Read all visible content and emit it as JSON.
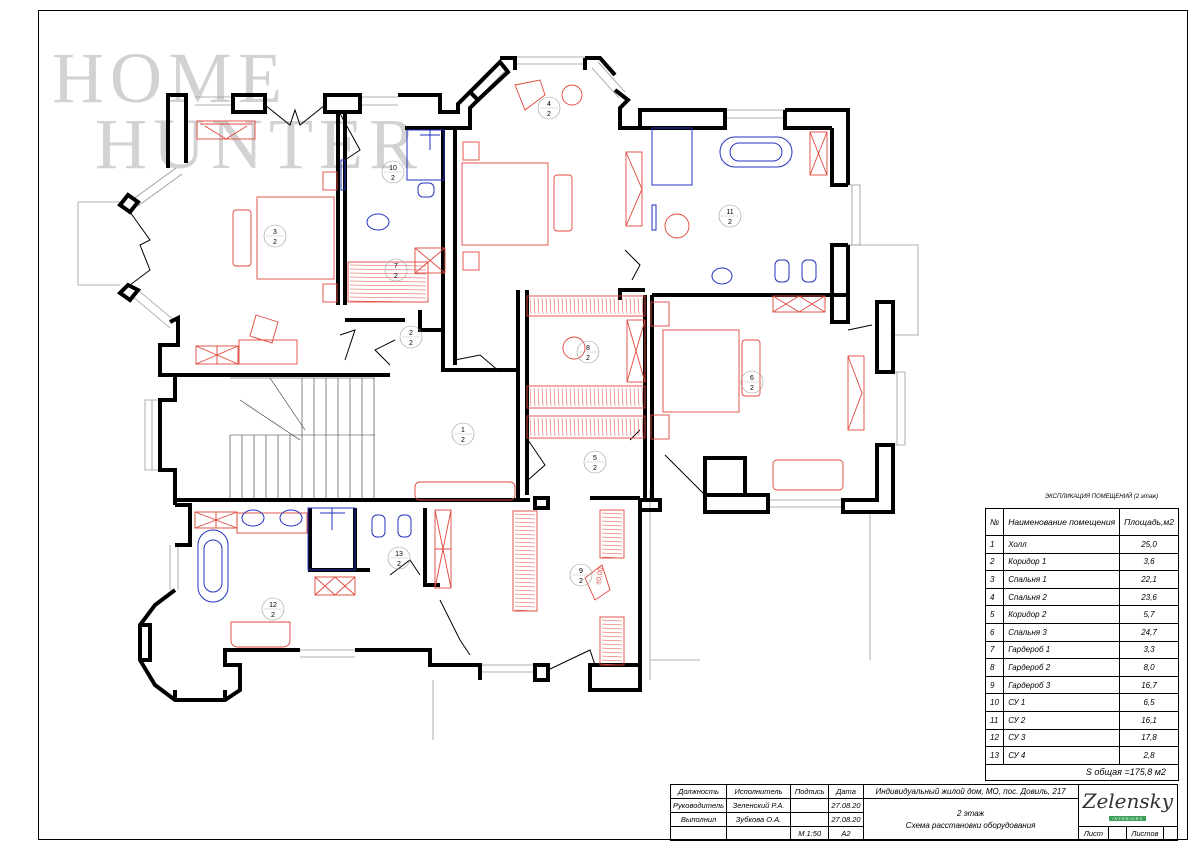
{
  "watermark": {
    "line1": "HOME",
    "line2": "HUNTER"
  },
  "colors": {
    "walls": "#000000",
    "furniture": "#e0463c",
    "sanitary": "#2233bb",
    "watermark": "#d8d8d8"
  },
  "rooms": [
    {
      "num": "1",
      "floor": "2"
    },
    {
      "num": "2",
      "floor": "2"
    },
    {
      "num": "3",
      "floor": "2"
    },
    {
      "num": "4",
      "floor": "2"
    },
    {
      "num": "5",
      "floor": "2"
    },
    {
      "num": "6",
      "floor": "2"
    },
    {
      "num": "7",
      "floor": "2"
    },
    {
      "num": "8",
      "floor": "2"
    },
    {
      "num": "9",
      "floor": "2"
    },
    {
      "num": "10",
      "floor": "2"
    },
    {
      "num": "11",
      "floor": "2"
    },
    {
      "num": "12",
      "floor": "2"
    },
    {
      "num": "13",
      "floor": "2"
    }
  ],
  "explication": {
    "title": "ЭКСПЛИКАЦИЯ ПОМЕЩЕНИЙ (2 этаж)",
    "headers": {
      "num": "№",
      "name": "Наименование помещения",
      "area": "Площадь,м2"
    },
    "rows": [
      {
        "num": "1",
        "name": "Холл",
        "area": "25,0"
      },
      {
        "num": "2",
        "name": "Коридор 1",
        "area": "3,6"
      },
      {
        "num": "3",
        "name": "Спальня 1",
        "area": "22,1"
      },
      {
        "num": "4",
        "name": "Спальня 2",
        "area": "23,6"
      },
      {
        "num": "5",
        "name": "Коридор 2",
        "area": "5,7"
      },
      {
        "num": "6",
        "name": "Спальня 3",
        "area": "24,7"
      },
      {
        "num": "7",
        "name": "Гардероб 1",
        "area": "3,3"
      },
      {
        "num": "8",
        "name": "Гардероб 2",
        "area": "8,0"
      },
      {
        "num": "9",
        "name": "Гардероб 3",
        "area": "16,7"
      },
      {
        "num": "10",
        "name": "СУ 1",
        "area": "6,5"
      },
      {
        "num": "11",
        "name": "СУ 2",
        "area": "16,1"
      },
      {
        "num": "12",
        "name": "СУ 3",
        "area": "17,8"
      },
      {
        "num": "13",
        "name": "СУ 4",
        "area": "2,8"
      }
    ],
    "total": "S общая =175,8 м2"
  },
  "title_block": {
    "h_position": "Должность",
    "h_executor": "Исполнитель",
    "h_signature": "Подпись",
    "h_date": "Дата",
    "project": "Индивидуальный жилой дом, МО, пос. Довиль, 217",
    "role1": "Руководитель",
    "name1": "Зеленский Р.А.",
    "date1": "27.08.20",
    "role2": "Выполнил",
    "name2": "Зубкова О.А.",
    "date2": "27.08.20",
    "floor": "2 этаж",
    "drawing": "Схема расстановки оборудования",
    "scale": "М 1:50",
    "format": "А2",
    "sheet": "Лист",
    "sheets": "Листов",
    "logo": "Zelensky",
    "logo_sub": "INTERIORS"
  },
  "dimension_note": "±0,00"
}
